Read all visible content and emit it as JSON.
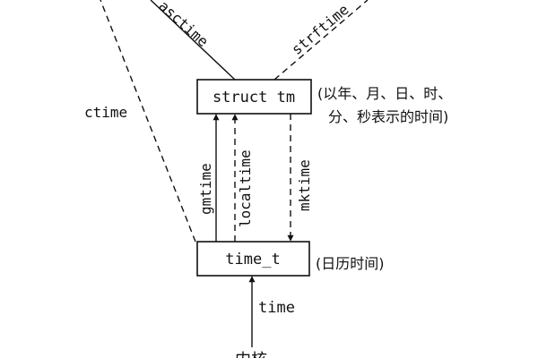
{
  "diagram": {
    "nodes": {
      "struct_tm": {
        "label": "struct tm",
        "note_line1": "(以年、月、日、时、",
        "note_line2": "分、秒表示的时间)"
      },
      "time_t": {
        "label": "time_t",
        "note": "(日历时间)"
      },
      "kernel": {
        "label": "内核"
      }
    },
    "edges": {
      "asctime": "asctime",
      "strftime": "strftime",
      "ctime": "ctime",
      "gmtime": "gmtime",
      "localtime": "localtime",
      "mktime": "mktime",
      "time": "time"
    }
  }
}
